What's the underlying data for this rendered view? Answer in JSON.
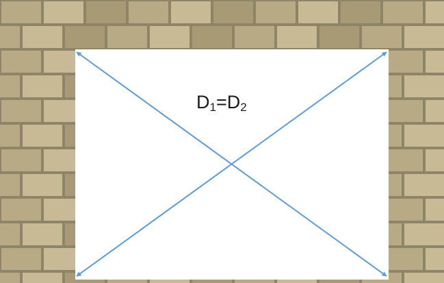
{
  "label": {
    "d1_letter": "D",
    "d1_sub": "1",
    "equals": "=",
    "d2_letter": "D",
    "d2_sub": "2"
  },
  "colors": {
    "mortar": "#8e8468",
    "brick": "#b8aa84",
    "brick_light": "#c7ba94",
    "brick_dark": "#a89a74",
    "opening": "#ffffff",
    "diagonal": "#5b9bd5",
    "text": "#1a1a1a"
  },
  "icons": {
    "arrowhead": "triangle-arrowhead-icon"
  }
}
